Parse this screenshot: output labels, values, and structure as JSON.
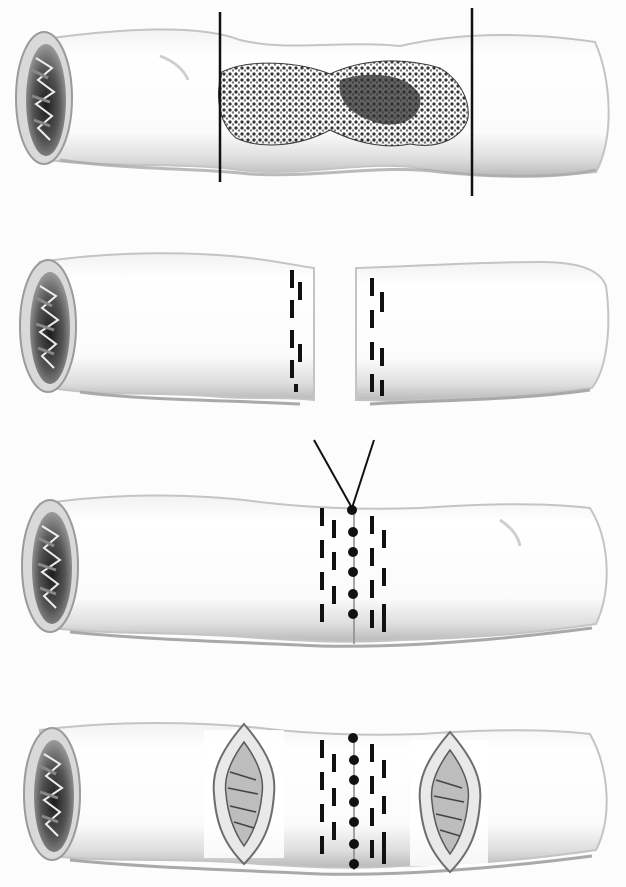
{
  "figure": {
    "description_visible_text": "",
    "panels": [
      {
        "step": 1,
        "content": "segment-with-lesion",
        "cut_lines": 2
      },
      {
        "step": 2,
        "content": "lesion-excised-ends-separated",
        "dashed_cut_edges": 2
      },
      {
        "step": 3,
        "content": "ends-joined-with-suture-and-needle",
        "suture_dots": 6
      },
      {
        "step": 4,
        "content": "completed-anastomosis-with-side-incisions",
        "suture_dots": 7,
        "side_incisions": 2
      }
    ],
    "colors": {
      "background": "#ffffff",
      "tube_fill": "#fbfbfb",
      "tube_outline": "#c9c9c9",
      "shadow": "#b8b8b8",
      "lumen_dark": "#222222",
      "lesion": "#4a4a4a",
      "ink": "#111111"
    }
  }
}
